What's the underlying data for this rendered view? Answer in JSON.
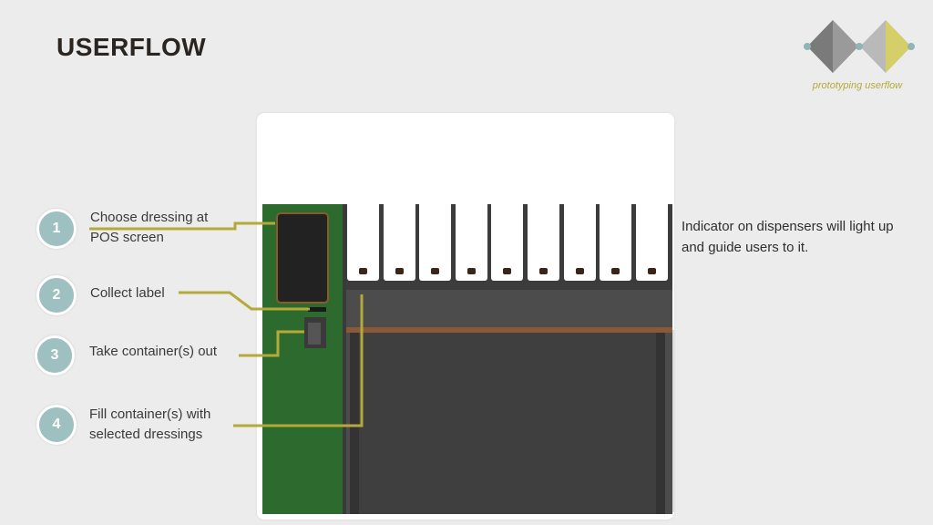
{
  "title": "USERFLOW",
  "logo": {
    "caption": "prototyping userflow",
    "colors": {
      "dark": "#7a7a7a",
      "light": "#b9b9b9",
      "accent": "#d5cf6a",
      "dot": "#8fb5b5"
    }
  },
  "steps": [
    {
      "number": "1",
      "text": "Choose dressing at POS screen"
    },
    {
      "number": "2",
      "text": "Collect label"
    },
    {
      "number": "3",
      "text": "Take container(s) out"
    },
    {
      "number": "4",
      "text": "Fill container(s) with selected dressings"
    }
  ],
  "note": "Indicator on dispensers will light up and guide users to it.",
  "colors": {
    "connector": "#b5a93a",
    "step_circle": "#9ec0c0",
    "kiosk_green": "#2d6a2d",
    "counter_wood": "#8a5a38"
  },
  "dispenser_count": 9
}
